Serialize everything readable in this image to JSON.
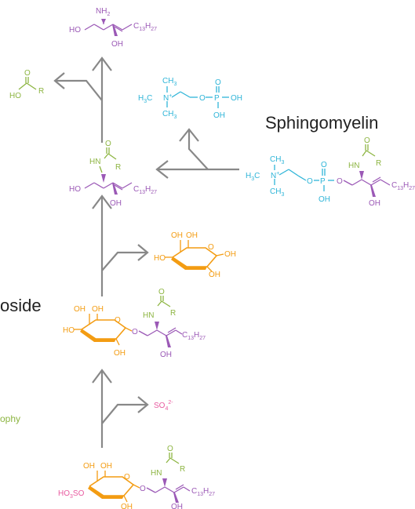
{
  "labels": {
    "sphingomyelin": "Sphingomyelin",
    "cut_oside": "oside",
    "cut_ophy": "ophy"
  },
  "atoms": {
    "nh2": "NH",
    "nh2_sub": "2",
    "ho": "HO",
    "oh": "OH",
    "c13h27_c": "C",
    "c13h27_sub1": "13",
    "c13h27_h": "H",
    "c13h27_sub2": "27",
    "hn": "HN",
    "o": "O",
    "r": "R",
    "n_plus": "N",
    "plus": "+",
    "ch3_c": "CH",
    "ch3_sub": "3",
    "h3c_h": "H",
    "h3c_sub": "3",
    "h3c_c": "C",
    "p": "P",
    "so4_so": "SO",
    "so4_sub": "4",
    "so4_sup": "2-",
    "ho3so_ho": "HO",
    "ho3so_sub": "3",
    "ho3so_so": "SO"
  },
  "colors": {
    "arrow": "#888888",
    "sphingosine": "#9B59B6",
    "fatty_acid": "#8DB542",
    "choline_phosphate": "#2FB5D8",
    "sugar": "#F39C12",
    "sulfate": "#E85AA0",
    "text_dark": "#222222",
    "label_green": "#8DB542"
  }
}
